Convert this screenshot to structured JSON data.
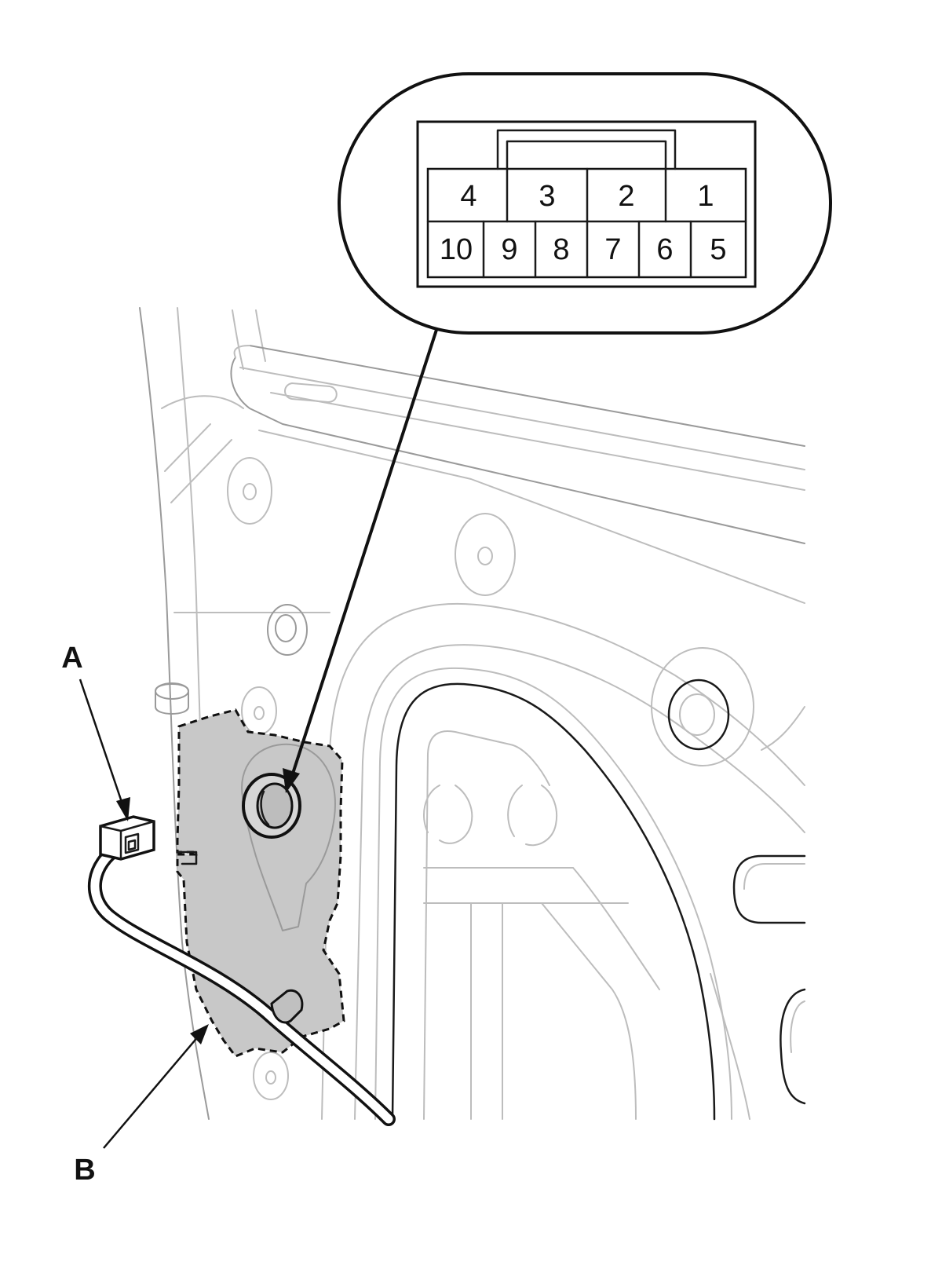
{
  "callouts": {
    "a": "A",
    "b": "B"
  },
  "connector": {
    "top_row": [
      "4",
      "3",
      "2",
      "1"
    ],
    "bottom_row": [
      "10",
      "9",
      "8",
      "7",
      "6",
      "5"
    ]
  },
  "colors": {
    "line": "#111111",
    "panel_line": "#bdbdbd",
    "seal_fill": "#c8c8c8"
  }
}
